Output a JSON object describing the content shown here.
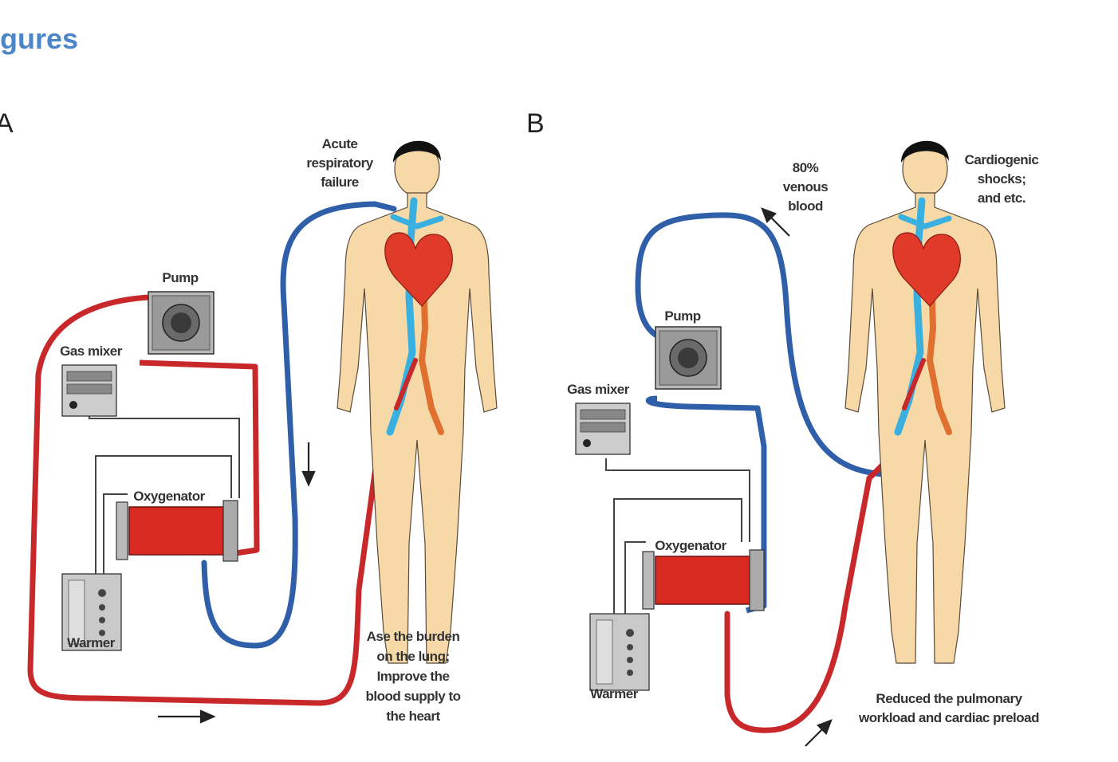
{
  "page_title": "gures",
  "panels": {
    "a": {
      "letter": "A",
      "pump_label": "Pump",
      "gas_mixer_label": "Gas mixer",
      "oxygenator_label": "Oxygenator",
      "warmer_label": "Warmer",
      "condition_label": [
        "Acute",
        "respiratory",
        "failure"
      ],
      "benefit_label": [
        "Ase the burden",
        "on the lung;",
        "Improve the",
        "blood supply to",
        "the heart"
      ]
    },
    "b": {
      "letter": "B",
      "pump_label": "Pump",
      "gas_mixer_label": "Gas mixer",
      "oxygenator_label": "Oxygenator",
      "warmer_label": "Warmer",
      "venous_label": [
        "80%",
        "venous",
        "blood"
      ],
      "condition_label": [
        "Cardiogenic",
        "shocks;",
        "and etc."
      ],
      "benefit_label": [
        "Reduced the pulmonary",
        "workload and cardiac preload"
      ]
    }
  },
  "colors": {
    "arterial": "#c8282a",
    "venous": "#2f5fa8",
    "skin": "#f7d9a8",
    "heart": "#e03a2a",
    "vessel_light": "#3ab0e0",
    "title": "#4a86c8"
  }
}
